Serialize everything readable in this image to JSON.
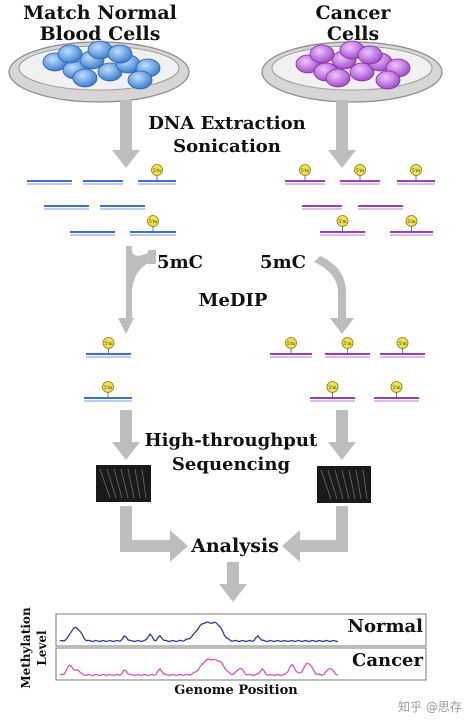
{
  "labels": {
    "normal_cells": [
      "Match Normal",
      "Blood Cells"
    ],
    "cancer_cells": [
      "Cancer",
      "Cells"
    ],
    "step1": [
      "DNA Extraction",
      "Sonication"
    ],
    "mark_left": "5mC",
    "mark_right": "5mC",
    "step2": "MeDIP",
    "step3": [
      "High-throughput",
      "Sequencing"
    ],
    "step4": "Analysis",
    "bead_label": "5'm",
    "track_normal": "Normal",
    "track_cancer": "Cancer",
    "y_axis": [
      "Methylation",
      "Level"
    ],
    "x_axis": "Genome Position",
    "watermark": "知乎 @思存"
  },
  "colors": {
    "normal_cell": "#4a90d9",
    "cancer_cell": "#b05bd6",
    "normal_dna": "#3f6fd1",
    "cancer_dna": "#9c3fbf",
    "bead": "#f2e24a",
    "arrow": "#bdbdbd",
    "normal_trace": "#2f3f8f",
    "cancer_trace": "#d455c8"
  },
  "icons": {
    "dish": "petri-dish-icon",
    "bead": "antibody-bead-icon",
    "sequencer": "sequencing-gel-icon"
  }
}
